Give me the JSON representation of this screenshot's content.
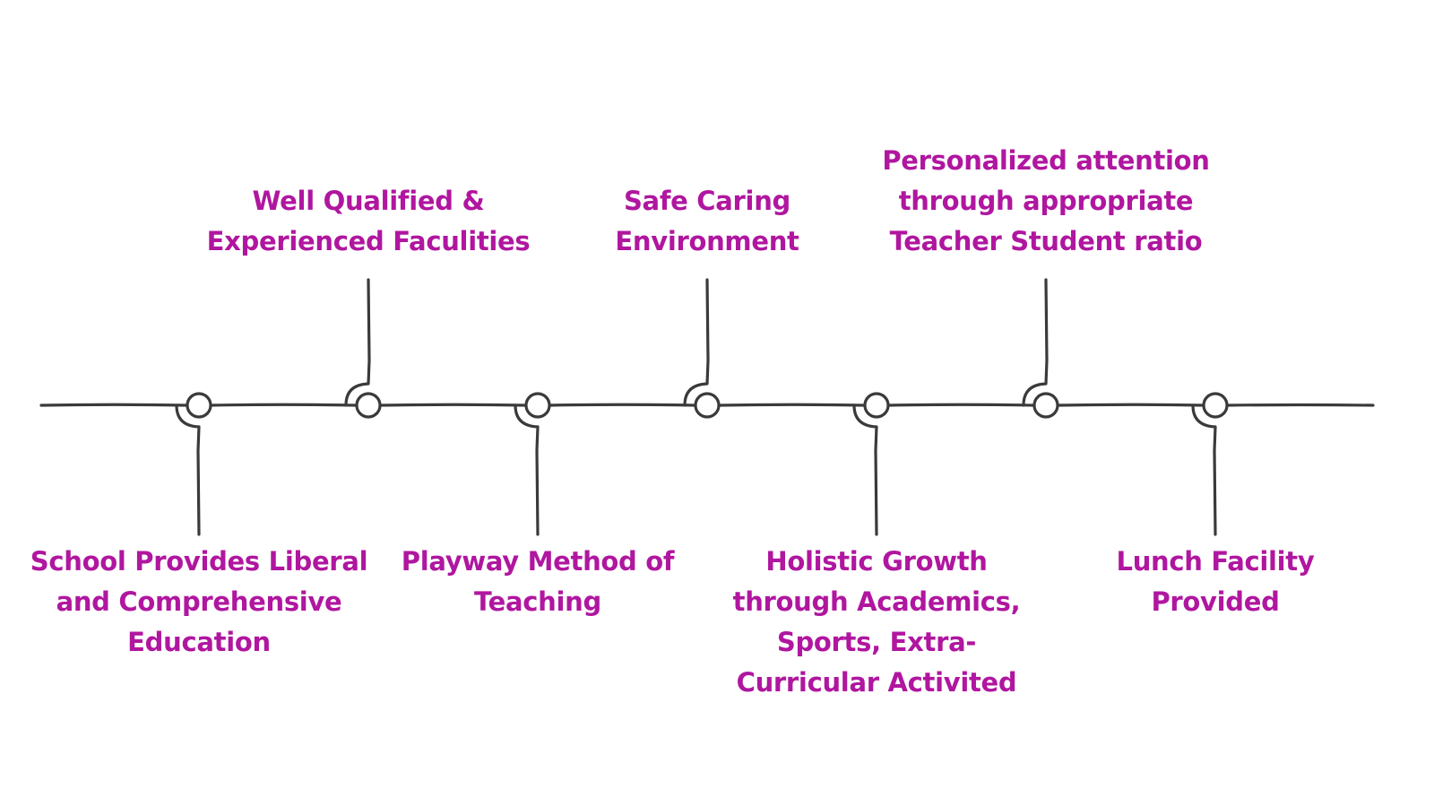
{
  "colors": {
    "text": "#b0169f",
    "line": "#3a3a3a"
  },
  "milestones": [
    {
      "label": "School Provides Liberal\nand Comprehensive\nEducation",
      "position": "below"
    },
    {
      "label": "Well Qualified &\nExperienced Faculities",
      "position": "above"
    },
    {
      "label": "Playway Method of\nTeaching",
      "position": "below"
    },
    {
      "label": "Safe Caring\nEnvironment",
      "position": "above"
    },
    {
      "label": "Holistic Growth\nthrough Academics,\nSports, Extra-\nCurricular Activited",
      "position": "below"
    },
    {
      "label": "Personalized attention\nthrough appropriate\nTeacher Student ratio",
      "position": "above"
    },
    {
      "label": "Lunch Facility\nProvided",
      "position": "below"
    }
  ]
}
